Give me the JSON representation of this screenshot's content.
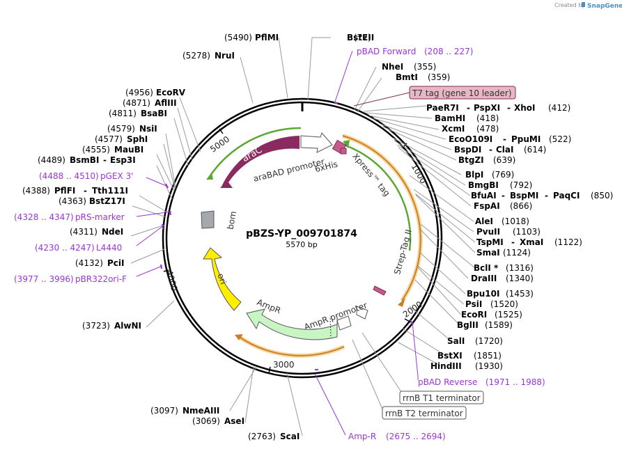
{
  "plasmid": {
    "name": "pBZS-YP_009701874",
    "length_label": "5570 bp",
    "length": 5570
  },
  "credit": {
    "prefix": "Created by",
    "brand": "SnapGene"
  },
  "ticks": [
    "1000",
    "2000",
    "3000",
    "4000",
    "5000"
  ],
  "sites": [
    {
      "id": "bsteii",
      "name": "BstEII",
      "pos": "(77)"
    },
    {
      "id": "pflmi",
      "name": "PflMI",
      "pos": "(5490)"
    },
    {
      "id": "nrui",
      "name": "NruI",
      "pos": "(5278)"
    },
    {
      "id": "nhei-1",
      "name": "NheI",
      "pos": "(355)"
    },
    {
      "id": "bmti",
      "name": "BmtI",
      "pos": "(359)"
    },
    {
      "id": "pae",
      "name": "PaeR7I",
      "pos": "(412)",
      "alt": [
        "PspXI",
        "XhoI"
      ]
    },
    {
      "id": "bamhi",
      "name": "BamHI",
      "pos": "(418)"
    },
    {
      "id": "xcmi",
      "name": "XcmI",
      "pos": "(478)"
    },
    {
      "id": "eco109",
      "name": "EcoO109I",
      "pos": "(522)",
      "alt": [
        "PpuMI"
      ]
    },
    {
      "id": "bspdi",
      "name": "BspDI",
      "pos": "(614)",
      "alt": [
        "ClaI"
      ]
    },
    {
      "id": "btgzi",
      "name": "BtgZI",
      "pos": "(639)"
    },
    {
      "id": "blpi",
      "name": "BlpI",
      "pos": "(769)"
    },
    {
      "id": "bmgbi",
      "name": "BmgBI",
      "pos": "(792)"
    },
    {
      "id": "bfuai",
      "name": "BfuAI",
      "pos": "(850)",
      "alt": [
        "BspMI",
        "PaqCI"
      ]
    },
    {
      "id": "fspai",
      "name": "FspAI",
      "pos": "(866)"
    },
    {
      "id": "alei",
      "name": "AleI",
      "pos": "(1018)"
    },
    {
      "id": "pvuii",
      "name": "PvuII",
      "pos": "(1103)"
    },
    {
      "id": "tspmi",
      "name": "TspMI",
      "pos": "(1122)",
      "alt": [
        "XmaI"
      ]
    },
    {
      "id": "smai",
      "name": "SmaI",
      "pos": "(1124)"
    },
    {
      "id": "bcli",
      "name": "BclI *",
      "pos": "(1316)"
    },
    {
      "id": "draiii",
      "name": "DraIII",
      "pos": "(1340)"
    },
    {
      "id": "bpu10i",
      "name": "Bpu10I",
      "pos": "(1453)"
    },
    {
      "id": "psii",
      "name": "PsiI",
      "pos": "(1520)"
    },
    {
      "id": "ecori",
      "name": "EcoRI",
      "pos": "(1525)"
    },
    {
      "id": "bglii",
      "name": "BglII",
      "pos": "(1589)"
    },
    {
      "id": "sali",
      "name": "SalI",
      "pos": "(1720)"
    },
    {
      "id": "bstxi",
      "name": "BstXI",
      "pos": "(1851)"
    },
    {
      "id": "hindiii",
      "name": "HindIII",
      "pos": "(1930)"
    },
    {
      "id": "ecorv",
      "name": "EcoRV",
      "pos": "(4956)"
    },
    {
      "id": "afliii",
      "name": "AflIII",
      "pos": "(4871)"
    },
    {
      "id": "bsabi",
      "name": "BsaBI",
      "pos": "(4811)"
    },
    {
      "id": "nsii",
      "name": "NsiI",
      "pos": "(4579)"
    },
    {
      "id": "sphi",
      "name": "SphI",
      "pos": "(4577)"
    },
    {
      "id": "maubi",
      "name": "MauBI",
      "pos": "(4555)"
    },
    {
      "id": "bsmbi",
      "name": "BsmBI",
      "pos": "(4489)",
      "alt": [
        "Esp3I"
      ]
    },
    {
      "id": "pflfi",
      "name": "PflFI",
      "pos": "(4388)",
      "alt": [
        "Tth111I"
      ]
    },
    {
      "id": "bstz17i",
      "name": "BstZ17I",
      "pos": "(4363)"
    },
    {
      "id": "ndei",
      "name": "NdeI",
      "pos": "(4311)"
    },
    {
      "id": "pcii",
      "name": "PciI",
      "pos": "(4132)"
    },
    {
      "id": "alwni",
      "name": "AlwNI",
      "pos": "(3723)"
    },
    {
      "id": "nmeaiii",
      "name": "NmeAIII",
      "pos": "(3097)"
    },
    {
      "id": "asei",
      "name": "AseI",
      "pos": "(3069)"
    },
    {
      "id": "scai",
      "name": "ScaI",
      "pos": "(2763)"
    }
  ],
  "primers": [
    {
      "id": "pbad-forward",
      "name": "pBAD Forward",
      "range": "(208 .. 227)"
    },
    {
      "id": "pgex3",
      "name": "pGEX 3'",
      "range": "(4488 .. 4510)"
    },
    {
      "id": "prs-marker",
      "name": "pRS-marker",
      "range": "(4328 .. 4347)"
    },
    {
      "id": "l4440",
      "name": "L4440",
      "range": "(4230 .. 4247)"
    },
    {
      "id": "pbr322ori",
      "name": "pBR322ori-F",
      "range": "(3977 .. 3996)"
    },
    {
      "id": "pbad-reverse",
      "name": "pBAD Reverse",
      "range": "(1971 .. 1988)"
    },
    {
      "id": "amp-r",
      "name": "Amp-R",
      "range": "(2675 .. 2694)"
    }
  ],
  "boxed_features": [
    {
      "id": "t7-tag",
      "label": "T7 tag (gene 10 leader)"
    },
    {
      "id": "rrnb-t1",
      "label": "rrnB T1 terminator"
    },
    {
      "id": "rrnb-t2",
      "label": "rrnB T2 terminator"
    }
  ],
  "features": {
    "arac": "araC",
    "arabad": "araBAD promoter",
    "his6": "6xHis",
    "xpress": "Xpress™ tag",
    "strep": "Strep-Tag II",
    "ampr_promoter": "AmpR promoter",
    "ampr": "AmpR",
    "ori": "ori",
    "bom": "bom"
  },
  "colors": {
    "primer": "#9b34d6",
    "arac": "#8b2a5e",
    "ampr": "#c8f5c4",
    "ori": "#ffee00",
    "orf_green": "#5aa832",
    "orf_orange": "#f0a830",
    "t7_box": "#e8b7c6"
  }
}
